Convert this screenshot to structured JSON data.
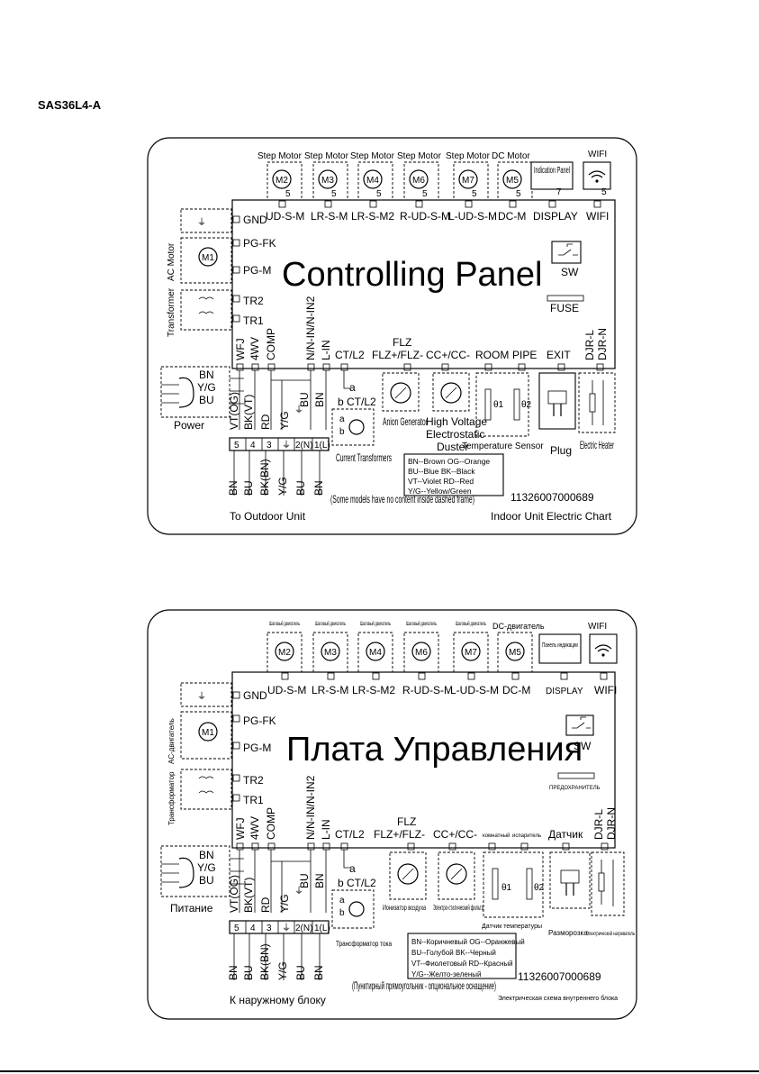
{
  "model": "SAS36L4-A",
  "en": {
    "motor_types": [
      "Step Motor",
      "Step Motor",
      "Step Motor",
      "Step Motor",
      "Step Motor",
      "DC Motor"
    ],
    "motors": [
      "M2",
      "M3",
      "M4",
      "M6",
      "M7",
      "M5"
    ],
    "connectors": [
      "UD-S-M",
      "LR-S-M",
      "LR-S-M2",
      "R-UD-S-M",
      "L-UD-S-M",
      "DC-M"
    ],
    "pin_counts": [
      "5",
      "5",
      "5",
      "5",
      "5",
      "5"
    ],
    "indication": "Indication Panel",
    "display": "DISPLAY",
    "wifi": "WIFI",
    "wifi_pins": "5",
    "display_pins": "7",
    "gnd": "GND",
    "pg_fk": "PG-FK",
    "pg_m": "PG-M",
    "m1": "M1",
    "ac_motor": "AC Motor",
    "transformer": "Transformer",
    "tr2": "TR2",
    "tr1": "TR1",
    "title": "Controlling Panel",
    "sw": "SW",
    "fuse": "FUSE",
    "top_terms": [
      "WFJ",
      "4WV",
      "COMP",
      "N/N-IN/N-IN2",
      "L-IN"
    ],
    "ct_l2": "CT/L2",
    "flz": "FLZ",
    "flz_pm": "FLZ+/FLZ-",
    "cc_pm": "CC+/CC-",
    "room": "ROOM",
    "pipe": "PIPE",
    "exit": "EXIT",
    "djr": [
      "DJR-L",
      "DJR-N"
    ],
    "power_wires": [
      "BN",
      "Y/G",
      "BU"
    ],
    "power": "Power",
    "vert_wires": [
      "VT(OG)",
      "BK(VT)",
      "RD",
      "Y/G",
      "BU",
      "BN"
    ],
    "ct_a": "a",
    "ct_b": "b",
    "ct_l2_b": "CT/L2",
    "terminals": [
      "5",
      "4",
      "3",
      "⏚",
      "2(N)",
      "1(L)"
    ],
    "anion": "Anion Generator",
    "hv_line1": "High Voltage",
    "hv_line2": "Electrostatic",
    "hv_line3": "Duster",
    "theta1": "θ1",
    "theta2": "θ2",
    "temp_sensor": "Temperature Sensor",
    "plug": "Plug",
    "heater": "Electric Heater",
    "current_transformers": "Current Transformers",
    "legend": [
      "BN--Brown OG--Orange",
      "BU--Blue   BK--Black",
      "VT--Violet  RD--Red",
      "Y/G--Yellow/Green"
    ],
    "bottom_wires": [
      "BN",
      "BU",
      "BK(BN)",
      "Y/G",
      "BU",
      "BN"
    ],
    "part_code": "11326007000689",
    "to_outdoor": "To Outdoor Unit",
    "note": "(Some models have no content inside dashed frame)",
    "chart_name": "Indoor Unit Electric Chart"
  },
  "ru": {
    "motor_types": [
      "Шаговый двигатель",
      "Шаговый двигатель",
      "Шаговый двигатель",
      "Шаговый двигатель",
      "Шаговый двигатель",
      "DC-двигатель"
    ],
    "motors": [
      "M2",
      "M3",
      "M4",
      "M6",
      "M7",
      "M5"
    ],
    "connectors": [
      "UD-S-M",
      "LR-S-M",
      "LR-S-M2",
      "R-UD-S-M",
      "L-UD-S-M",
      "DC-M"
    ],
    "indication": "Панель индикации",
    "display": "DISPLAY",
    "wifi": "WIFI",
    "gnd": "GND",
    "pg_fk": "PG-FK",
    "pg_m": "PG-M",
    "m1": "M1",
    "ac_motor": "AC-двигатель",
    "transformer": "Трансформатор",
    "tr2": "TR2",
    "tr1": "TR1",
    "title": "Плата Управления",
    "sw": "SW",
    "fuse": "ПРЕДОХРАНИТЕЛЬ",
    "top_terms": [
      "WFJ",
      "4WV",
      "COMP",
      "N/N-IN/N-IN2",
      "L-IN"
    ],
    "ct_l2": "CT/L2",
    "flz": "FLZ",
    "flz_pm": "FLZ+/FLZ-",
    "cc_pm": "CC+/CC-",
    "room": "комнатный",
    "pipe": "испаритель",
    "sensor": "Датчик",
    "djr": [
      "DJR-L",
      "DJR-N"
    ],
    "power_wires": [
      "BN",
      "Y/G",
      "BU"
    ],
    "power": "Питание",
    "vert_wires": [
      "VT(OG)",
      "BK(VT)",
      "RD",
      "Y/G",
      "BU",
      "BN"
    ],
    "ct_a": "a",
    "ct_b": "b",
    "ct_l2_b": "CT/L2",
    "terminals": [
      "5",
      "4",
      "3",
      "⏚",
      "2(N)",
      "1(L)"
    ],
    "ionizer": "Ионизатор воздуха",
    "filter": "Электро-статический фильтр",
    "theta1": "θ1",
    "theta2": "θ2",
    "temp_sensor": "Датчик температуры",
    "defrost": "Разморозка",
    "heater": "Электрический нагреватель",
    "current_transformer": "Трансформатор тока",
    "legend": [
      "BN--Коричневый OG--Оранжевый",
      "BU--Голубой   BK--Черный",
      "VT--Фиолетовый  RD--Красный",
      "Y/G--Желто-зеленый"
    ],
    "bottom_wires": [
      "BN",
      "BU",
      "BK(BN)",
      "Y/G",
      "BU",
      "BN"
    ],
    "part_code": "11326007000689",
    "to_outdoor": "К наружному блоку",
    "note": "(Пунктирный прямоугольник - опциональное оснащение)",
    "chart_name": "Электрическая схема внутреннего блока"
  }
}
